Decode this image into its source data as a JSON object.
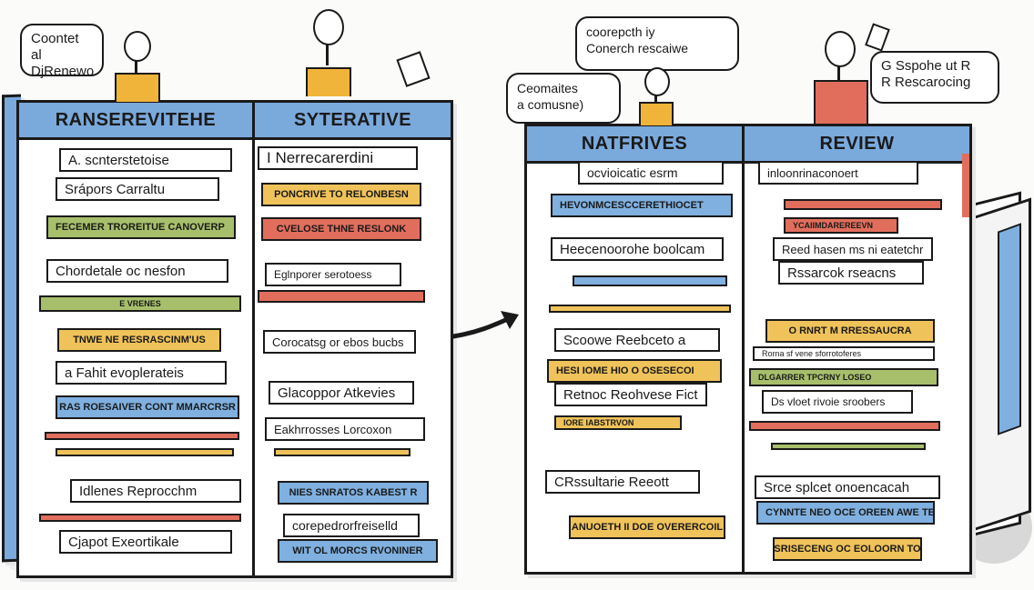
{
  "colors": {
    "header_blue": "#7aa9dc",
    "yellow": "#f0c35a",
    "green": "#a7bf6b",
    "red": "#e16e5d",
    "blue": "#7fb0e0",
    "ink": "#1a1a1a"
  },
  "left_binder": {
    "bubble": [
      "Coontet al",
      "DjRenewo"
    ],
    "pages": [
      {
        "header": "RANSEREVITEHE",
        "cards": [
          {
            "text": "A. scnterstetoise",
            "color": "white"
          },
          {
            "text": "Srápors Carraltu",
            "color": "white"
          },
          {
            "text": "Fecemer troreitue canoverp",
            "color": "green"
          },
          {
            "text": "Chordetale oc nesfon",
            "color": "white"
          },
          {
            "text": "e Vrenes",
            "color": "green"
          },
          {
            "text": "Tnwe ne resrascinm'us",
            "color": "yellow"
          },
          {
            "text": "a Fahit evoplerateis",
            "color": "white"
          },
          {
            "text": "Ras roesaiver cont mmarcrsr",
            "color": "blue"
          },
          {
            "text": "Idlenes Reprocchm",
            "color": "white"
          },
          {
            "text": "Cjapot Exeortikale",
            "color": "white"
          }
        ]
      },
      {
        "header": "SYTERATIVE",
        "cards": [
          {
            "text": "I Nerrecarerdini",
            "color": "white"
          },
          {
            "text": "Poncrive to relonbesn",
            "color": "yellow"
          },
          {
            "text": "Cvelose thne reslonk",
            "color": "red"
          },
          {
            "text": "Eglnporer serotoess",
            "color": "white"
          },
          {
            "text": "Corocatsg or ebos bucbs",
            "color": "white"
          },
          {
            "text": "Glacoppor Atkevies",
            "color": "white"
          },
          {
            "text": "Eakhrrosses Lorcoxon",
            "color": "white"
          },
          {
            "text": "Nies snratos kabest r",
            "color": "blue"
          },
          {
            "text": "corepedrorfreiselld",
            "color": "white"
          },
          {
            "text": "Wit ol morcs Rvoniner",
            "color": "blue"
          }
        ]
      }
    ]
  },
  "right_binder": {
    "bubbles": [
      [
        "Ceomaites",
        "a comusne)"
      ],
      [
        "coorepcth iy",
        "Conerch rescaiwe"
      ],
      [
        "G Sspohe ut R",
        "R Rescarocing"
      ]
    ],
    "pages": [
      {
        "header": "NATFRIVES",
        "cards": [
          {
            "text": "ocvioicatic esrm",
            "color": "white"
          },
          {
            "text": "Hevonmcesccerethiocet",
            "color": "blue"
          },
          {
            "text": "Heecenoorohe boolcam",
            "color": "white"
          },
          {
            "text": "Scoowe Reebceto a",
            "color": "white"
          },
          {
            "text": "Hesi iome hio o osesecoi",
            "color": "yellow"
          },
          {
            "text": "Retnoc Reohvese Fict",
            "color": "white"
          },
          {
            "text": "Iore iabstrvon",
            "color": "yellow"
          },
          {
            "text": "CRssultarie Reeott",
            "color": "white"
          },
          {
            "text": "Anuoeth ii doe overercoil",
            "color": "yellow"
          }
        ]
      },
      {
        "header": "REVIEW",
        "cards": [
          {
            "text": "inloonrinaconoert",
            "color": "white"
          },
          {
            "text": "Ycaiimdarereevn",
            "color": "red"
          },
          {
            "text": "Reed hasen ms ni eatetchr",
            "color": "white"
          },
          {
            "text": "Rssarcok rseacns",
            "color": "white"
          },
          {
            "text": "O rnrt m rressaucra",
            "color": "yellow"
          },
          {
            "text": "Rorna sf vene sforrotoferes",
            "color": "white"
          },
          {
            "text": "Dlgarrer tpcrny loseo",
            "color": "green"
          },
          {
            "text": "Ds vloet rivoie sroobers",
            "color": "white"
          },
          {
            "text": "Srce splcet onoencacah",
            "color": "white"
          },
          {
            "text": "Cynnte neo oce oreen awe tecod",
            "color": "blue"
          },
          {
            "text": "Fosriseceng oc eoloorn tore",
            "color": "yellow"
          }
        ]
      }
    ]
  }
}
